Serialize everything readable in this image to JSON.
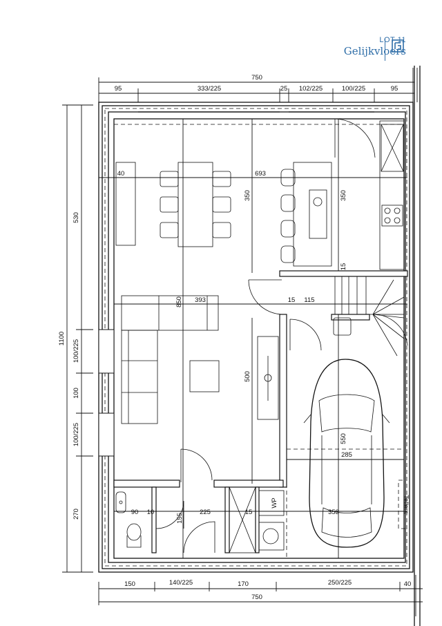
{
  "header": {
    "lot": "LOT 11",
    "floor": "Gelijkvloers",
    "logo_icon": "blueprint-logo-icon",
    "accent": "#2f6ea8"
  },
  "dimensions": {
    "top_total": "750",
    "top_segments": [
      "95",
      "333/225",
      "25",
      "102/225",
      "100/225",
      "95"
    ],
    "left_total": "1100",
    "left_segments": [
      "530",
      "100/225",
      "100",
      "100/225",
      "270"
    ],
    "bottom_segments": [
      "150",
      "140/225",
      "170",
      "250/225",
      "40"
    ],
    "bottom_total": "750"
  },
  "interior_dims": {
    "living_width": "693",
    "wall_offset": "40",
    "living_depth": "850",
    "kitchen_depth": "350",
    "kitchen_depth_right": "350",
    "stair_wall": "15",
    "living_width_lower": "393",
    "wall_a": "15",
    "hall_width": "115",
    "living_lower_depth": "500",
    "garage_depth": "550",
    "garage_inner": "285",
    "wc_width": "90",
    "wall_b": "10",
    "hall_lower_width": "225",
    "wall_c": "15",
    "garage_width": "353",
    "hall_depth": "155"
  },
  "labels": {
    "heat_pump": "WP",
    "meters": "Tellers"
  }
}
